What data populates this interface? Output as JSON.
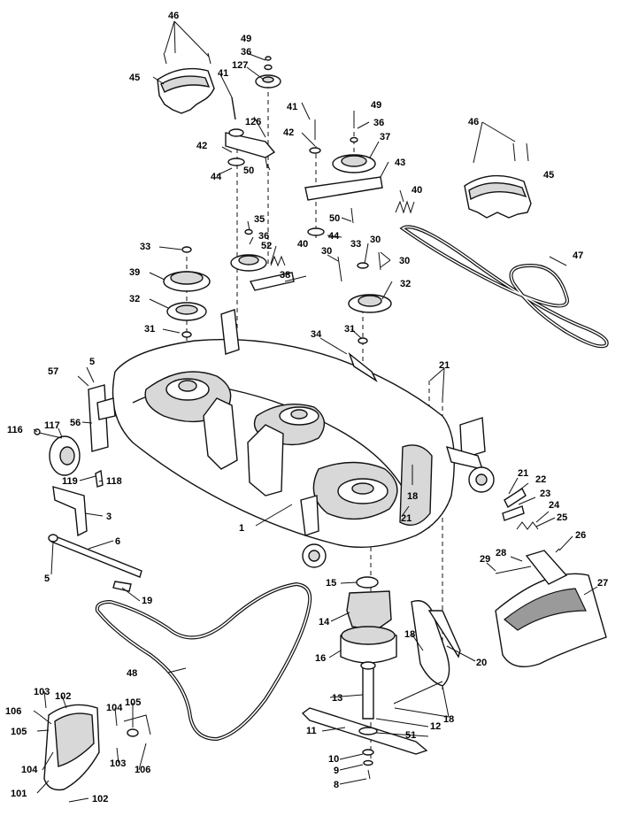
{
  "diagram": {
    "callouts": {
      "c1": "1",
      "c3": "3",
      "c5": "5",
      "c5b": "5",
      "c6": "6",
      "c8": "8",
      "c9": "9",
      "c10": "10",
      "c11": "11",
      "c12": "12",
      "c13": "13",
      "c14": "14",
      "c15": "15",
      "c16": "16",
      "c18a": "18",
      "c18b": "18",
      "c18c": "18",
      "c19": "19",
      "c20": "20",
      "c21a": "21",
      "c21b": "21",
      "c21c": "21",
      "c22": "22",
      "c23": "23",
      "c24": "24",
      "c25": "25",
      "c26": "26",
      "c27": "27",
      "c28": "28",
      "c29": "29",
      "c30a": "30",
      "c30b": "30",
      "c30c": "30",
      "c31a": "31",
      "c31b": "31",
      "c32a": "32",
      "c32b": "32",
      "c33a": "33",
      "c33b": "33",
      "c34": "34",
      "c35": "35",
      "c36a": "36",
      "c36b": "36",
      "c36c": "36",
      "c37": "37",
      "c38": "38",
      "c39": "39",
      "c40a": "40",
      "c40b": "40",
      "c41a": "41",
      "c41b": "41",
      "c42a": "42",
      "c42b": "42",
      "c43": "43",
      "c44a": "44",
      "c44b": "44",
      "c45a": "45",
      "c45b": "45",
      "c46a": "46",
      "c46b": "46",
      "c47": "47",
      "c48": "48",
      "c49a": "49",
      "c49b": "49",
      "c50a": "50",
      "c50b": "50",
      "c51": "51",
      "c52": "52",
      "c56": "56",
      "c57": "57",
      "c101": "101",
      "c102a": "102",
      "c102b": "102",
      "c103a": "103",
      "c103b": "103",
      "c104a": "104",
      "c104b": "104",
      "c105a": "105",
      "c105b": "105",
      "c106a": "106",
      "c106b": "106",
      "c116": "116",
      "c117": "117",
      "c118": "118",
      "c119": "119",
      "c126": "126",
      "c127": "127"
    }
  }
}
